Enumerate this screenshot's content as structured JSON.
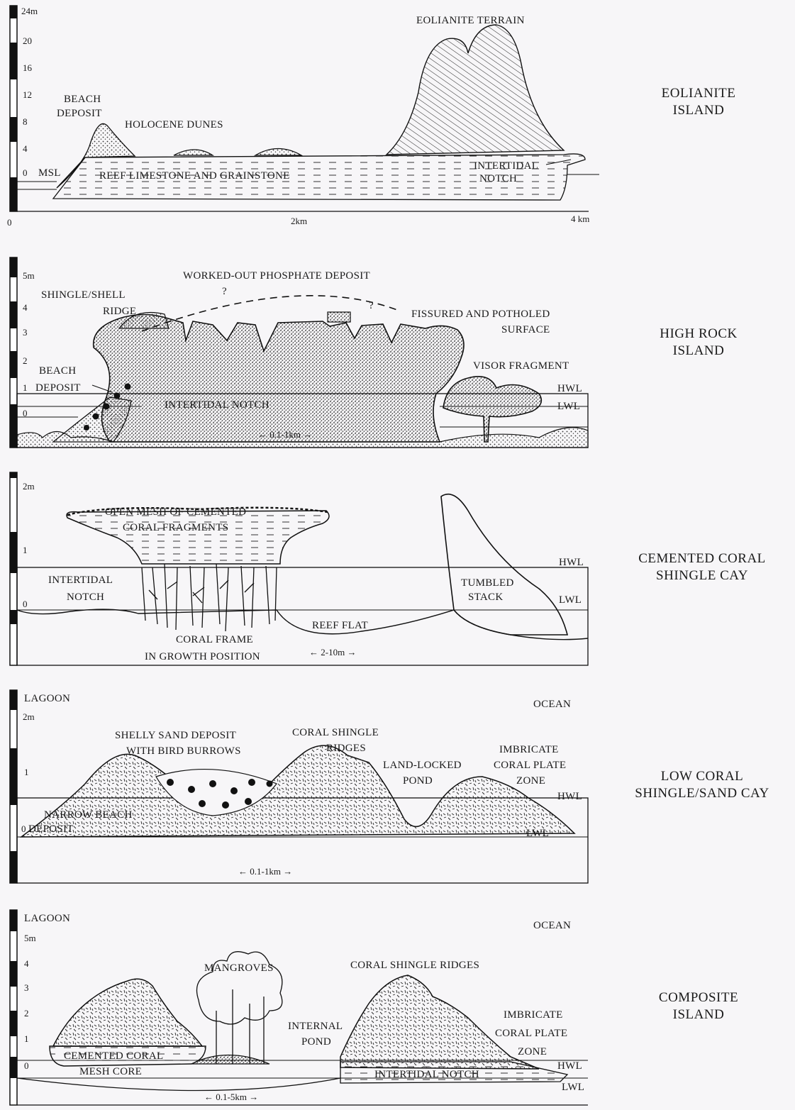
{
  "panels": [
    {
      "side_title": [
        "EOLIANITE",
        "ISLAND"
      ],
      "scale_ticks": [
        "24m",
        "20",
        "16",
        "12",
        "8",
        "4",
        "0"
      ],
      "labels": {
        "terrain": "EOLIANITE TERRAIN",
        "beach1": "BEACH",
        "beach2": "DEPOSIT",
        "dunes": "HOLOCENE DUNES",
        "msl": "MSL",
        "reef": "REEF LIMESTONE AND GRAINSTONE",
        "notch1": "INTERTIDAL",
        "notch2": "NOTCH"
      },
      "x_axis": [
        "0",
        "2km",
        "4 km"
      ]
    },
    {
      "side_title": [
        "HIGH ROCK",
        "ISLAND"
      ],
      "scale_ticks": [
        "5m",
        "4",
        "3",
        "2",
        "1",
        "0"
      ],
      "labels": {
        "phosphate": "WORKED-OUT PHOSPHATE DEPOSIT",
        "shingle1": "SHINGLE/SHELL",
        "shingle2": "RIDGE",
        "fissured1": "FISSURED AND POTHOLED",
        "fissured2": "SURFACE",
        "visor": "VISOR FRAGMENT",
        "beach1": "BEACH",
        "beach2": "DEPOSIT",
        "notch": "INTERTIDAL NOTCH",
        "hwl": "HWL",
        "lwl": "LWL",
        "q": "?",
        "scale": "0.1-1km"
      }
    },
    {
      "side_title": [
        "CEMENTED CORAL",
        "SHINGLE CAY"
      ],
      "scale_ticks": [
        "2m",
        "1",
        "0"
      ],
      "labels": {
        "mesh1": "OPEN MESH OF CEMENTED",
        "mesh2": "CORAL FRAGMENTS",
        "notch1": "INTERTIDAL",
        "notch2": "NOTCH",
        "stack1": "TUMBLED",
        "stack2": "STACK",
        "hwl": "HWL",
        "lwl": "LWL",
        "reef": "REEF FLAT",
        "frame1": "CORAL FRAME",
        "frame2": "IN GROWTH POSITION",
        "scale": "2-10m"
      }
    },
    {
      "side_title": [
        "LOW CORAL",
        "SHINGLE/SAND CAY"
      ],
      "scale_ticks": [
        "2m",
        "1",
        "0"
      ],
      "labels": {
        "lagoon": "LAGOON",
        "ocean": "OCEAN",
        "shelly1": "SHELLY SAND DEPOSIT",
        "shelly2": "WITH BIRD BURROWS",
        "ridges1": "CORAL SHINGLE",
        "ridges2": "RIDGES",
        "pond1": "LAND-LOCKED",
        "pond2": "POND",
        "imb1": "IMBRICATE",
        "imb2": "CORAL PLATE",
        "imb3": "ZONE",
        "hwl": "HWL",
        "lwl": "LWL",
        "beach1": "NARROW BEACH",
        "beach2": "DEPOSIT",
        "scale": "0.1-1km"
      }
    },
    {
      "side_title": [
        "COMPOSITE",
        "ISLAND"
      ],
      "scale_ticks": [
        "5m",
        "4",
        "3",
        "2",
        "1",
        "0"
      ],
      "labels": {
        "lagoon": "LAGOON",
        "ocean": "OCEAN",
        "mangroves": "MANGROVES",
        "ridges": "CORAL SHINGLE RIDGES",
        "pond1": "INTERNAL",
        "pond2": "POND",
        "imb1": "IMBRICATE",
        "imb2": "CORAL PLATE",
        "imb3": "ZONE",
        "hwl": "HWL",
        "lwl": "LWL",
        "mesh1": "CEMENTED CORAL",
        "mesh2": "MESH CORE",
        "notch": "INTERTIDAL NOTCH",
        "scale": "0.1-5km"
      }
    }
  ]
}
